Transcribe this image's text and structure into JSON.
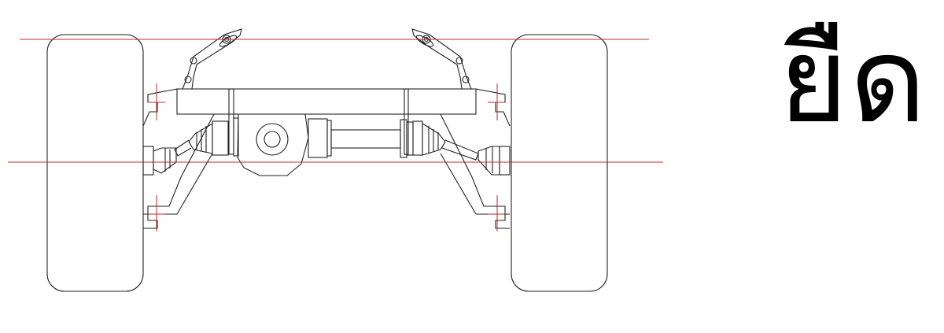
{
  "label": {
    "text": "ยืด"
  },
  "colors": {
    "reference_line": "#c0282a",
    "drawing": "#222222"
  },
  "icons": [
    "left-wheel",
    "right-wheel",
    "differential",
    "drive-shaft",
    "cv-boot",
    "suspension-link"
  ]
}
